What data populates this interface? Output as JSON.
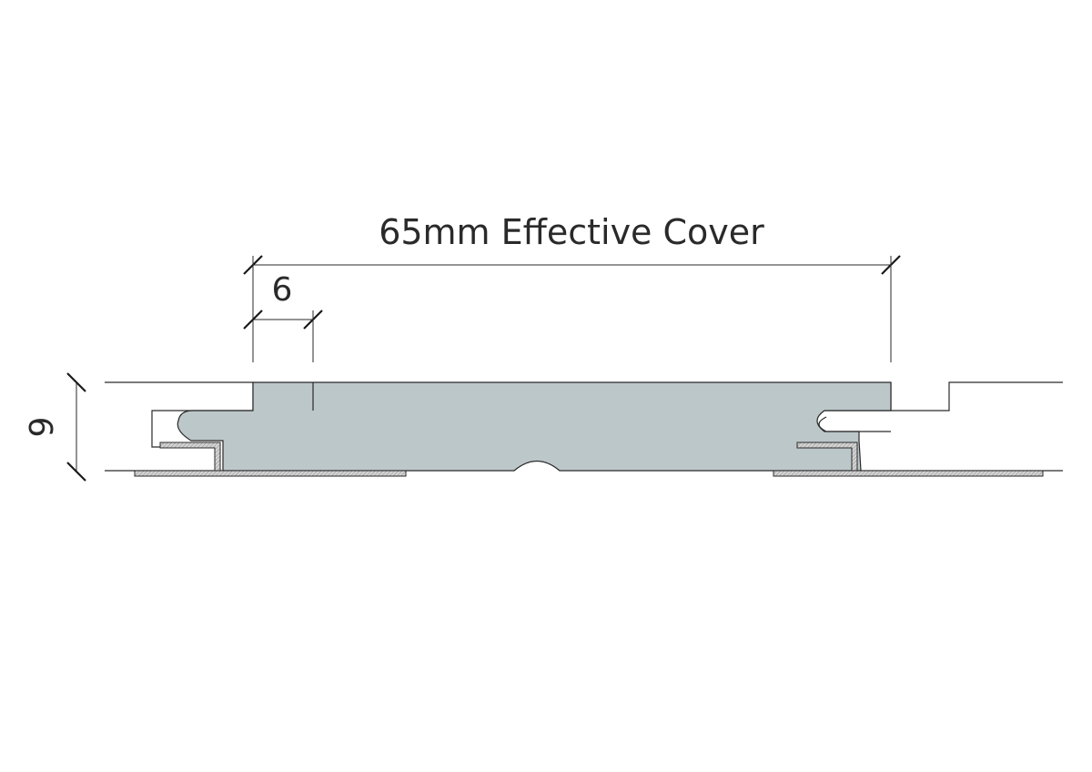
{
  "dimensions": {
    "effective_cover_label": "65mm Effective Cover",
    "tongue_width_label": "6",
    "thickness_label": "9"
  },
  "colors": {
    "board_fill": "#bcc7c9",
    "line": "#2a2a2a",
    "clip_hatch": "#a8a8a8"
  }
}
